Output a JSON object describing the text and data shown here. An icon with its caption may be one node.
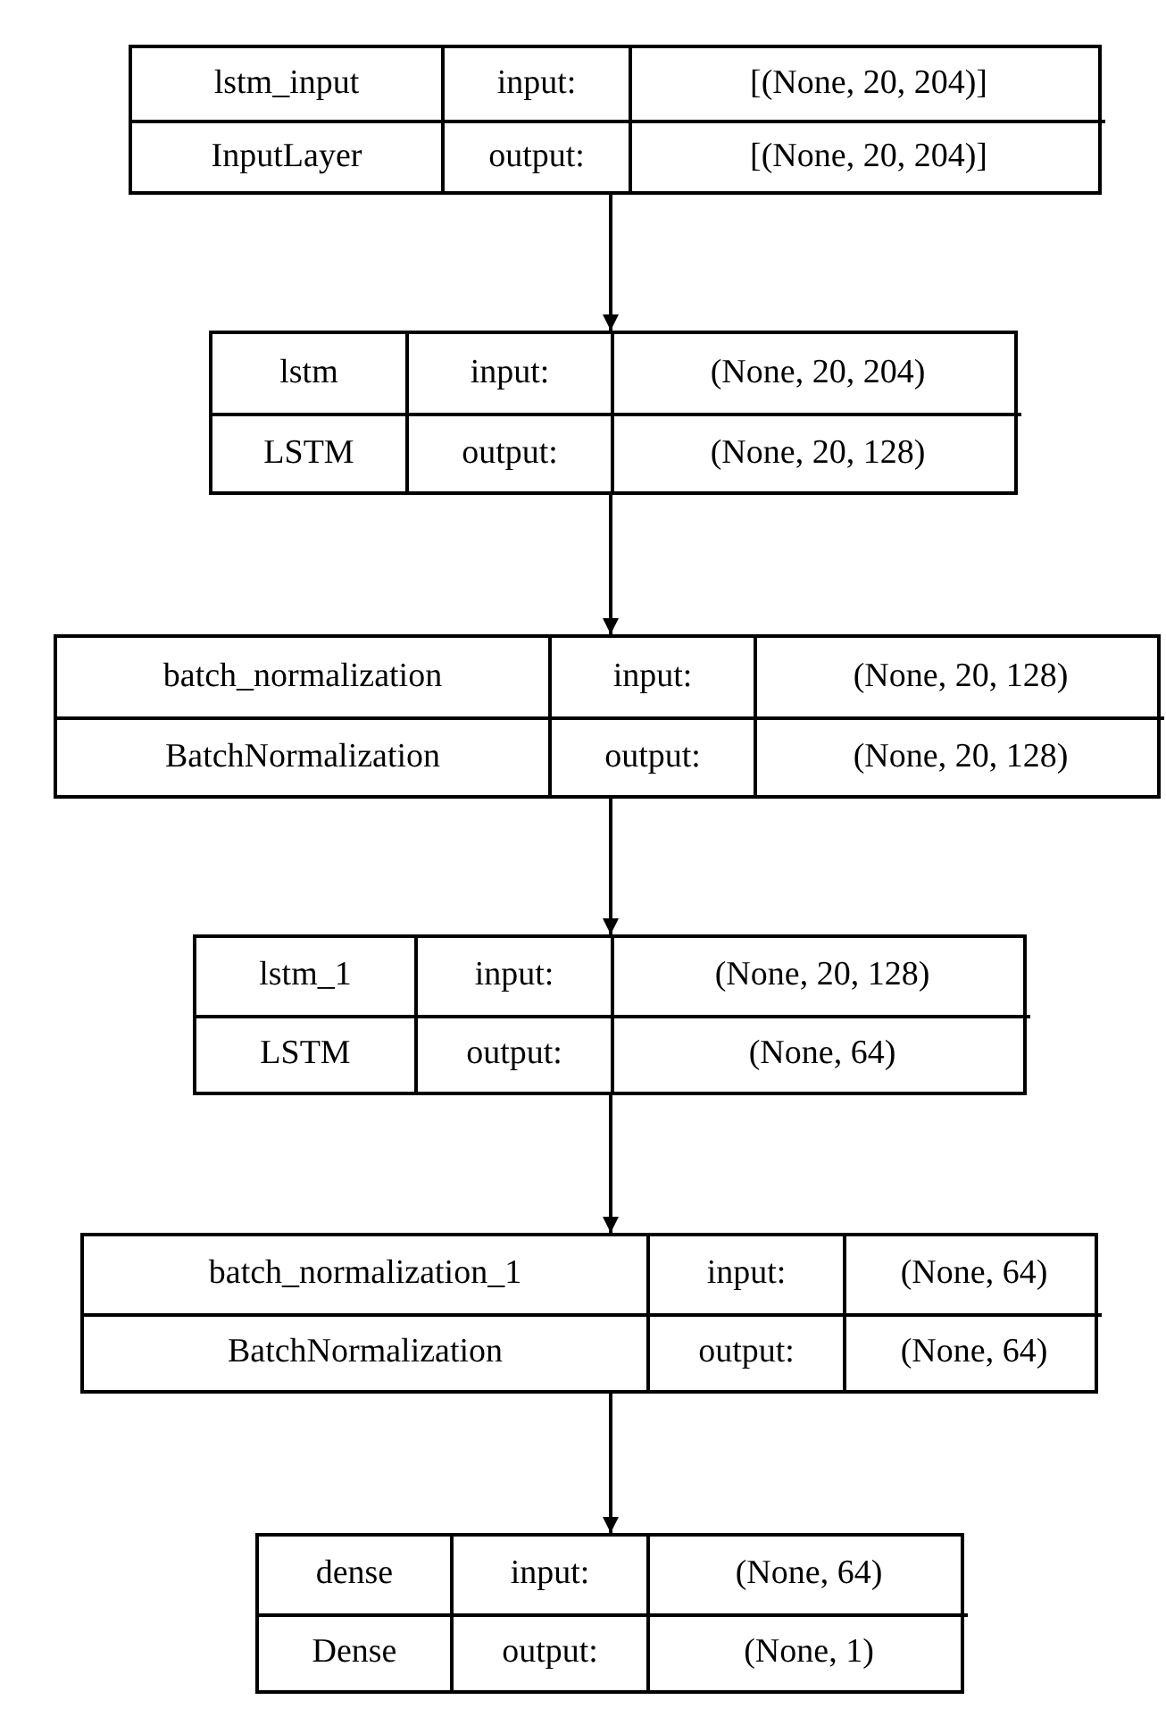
{
  "diagram": {
    "nodes": [
      {
        "text": [
          "lstm_input",
          "input:",
          "[(None, 20, 204)]",
          "InputLayer",
          "output:",
          "[(None, 20, 204)]"
        ]
      },
      {
        "text": [
          "lstm",
          "input:",
          "(None, 20, 204)",
          "LSTM",
          "output:",
          "(None, 20, 128)"
        ]
      },
      {
        "text": [
          "batch_normalization",
          "input:",
          "(None, 20, 128)",
          "BatchNormalization",
          "output:",
          "(None, 20, 128)"
        ]
      },
      {
        "text": [
          "lstm_1",
          "input:",
          "(None, 20, 128)",
          "LSTM",
          "output:",
          "(None, 64)"
        ]
      },
      {
        "text": [
          "batch_normalization_1",
          "input:",
          "(None, 64)",
          "BatchNormalization",
          "output:",
          "(None, 64)"
        ]
      },
      {
        "text": [
          "dense",
          "input:",
          "(None, 64)",
          "Dense",
          "output:",
          "(None, 1)"
        ]
      }
    ],
    "edges": [
      {
        "from": 0,
        "to": 1,
        "arrow": "to"
      },
      {
        "from": 1,
        "to": 2,
        "arrow": "to"
      },
      {
        "from": 2,
        "to": 3,
        "arrow": "to"
      },
      {
        "from": 3,
        "to": 4,
        "arrow": "to"
      },
      {
        "from": 4,
        "to": 5,
        "arrow": "to"
      }
    ]
  }
}
